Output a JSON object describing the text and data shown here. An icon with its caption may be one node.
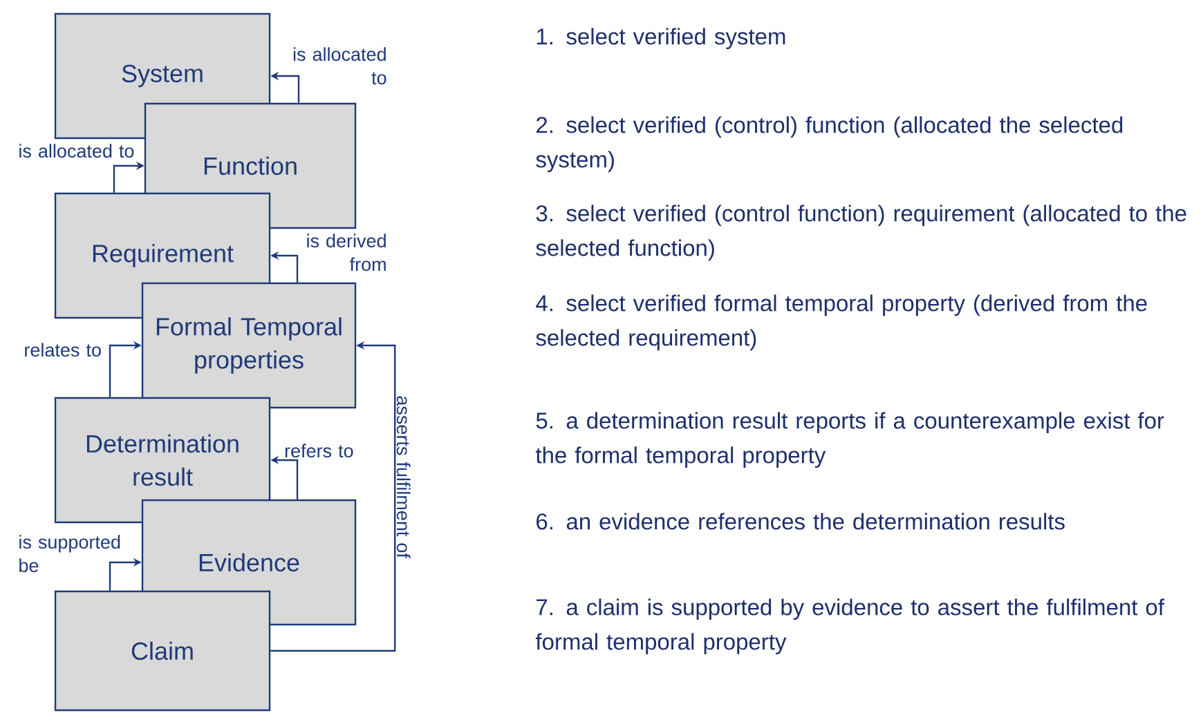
{
  "diagram": {
    "nodes": [
      {
        "text": [
          "System"
        ]
      },
      {
        "text": [
          "Function"
        ]
      },
      {
        "text": [
          "Requirement"
        ]
      },
      {
        "text": [
          "Formal Temporal properties"
        ]
      },
      {
        "text": [
          "Determination result"
        ]
      },
      {
        "text": [
          "Evidence"
        ]
      },
      {
        "text": [
          "Claim"
        ]
      }
    ],
    "edges": [
      {
        "from": 1,
        "to": 0,
        "arrow": "to",
        "label": "is allocated to"
      },
      {
        "from": 2,
        "to": 1,
        "arrow": "to",
        "label": "is allocated to"
      },
      {
        "from": 3,
        "to": 2,
        "arrow": "to",
        "label": "is derived from"
      },
      {
        "from": 4,
        "to": 3,
        "arrow": "to",
        "label": "relates to"
      },
      {
        "from": 5,
        "to": 4,
        "arrow": "to",
        "label": "refers to"
      },
      {
        "from": 6,
        "to": 5,
        "arrow": "to",
        "label": "is supported be"
      },
      {
        "from": 6,
        "to": 3,
        "arrow": "to",
        "label": "asserts fulfilment of"
      }
    ],
    "labels": [
      "1. select verified system",
      "2. select verified (control) function (allocated the selected system)",
      "3. select verified (control function) requirement (allocated to the selected function)",
      "4. select verified formal temporal property (derived from the selected requirement)",
      "5. a determination result reports if a counterexample exist for the formal temporal property",
      "6. an evidence references the determination results",
      "7. a claim is supported by evidence to assert the fulfilment of formal temporal property"
    ]
  }
}
